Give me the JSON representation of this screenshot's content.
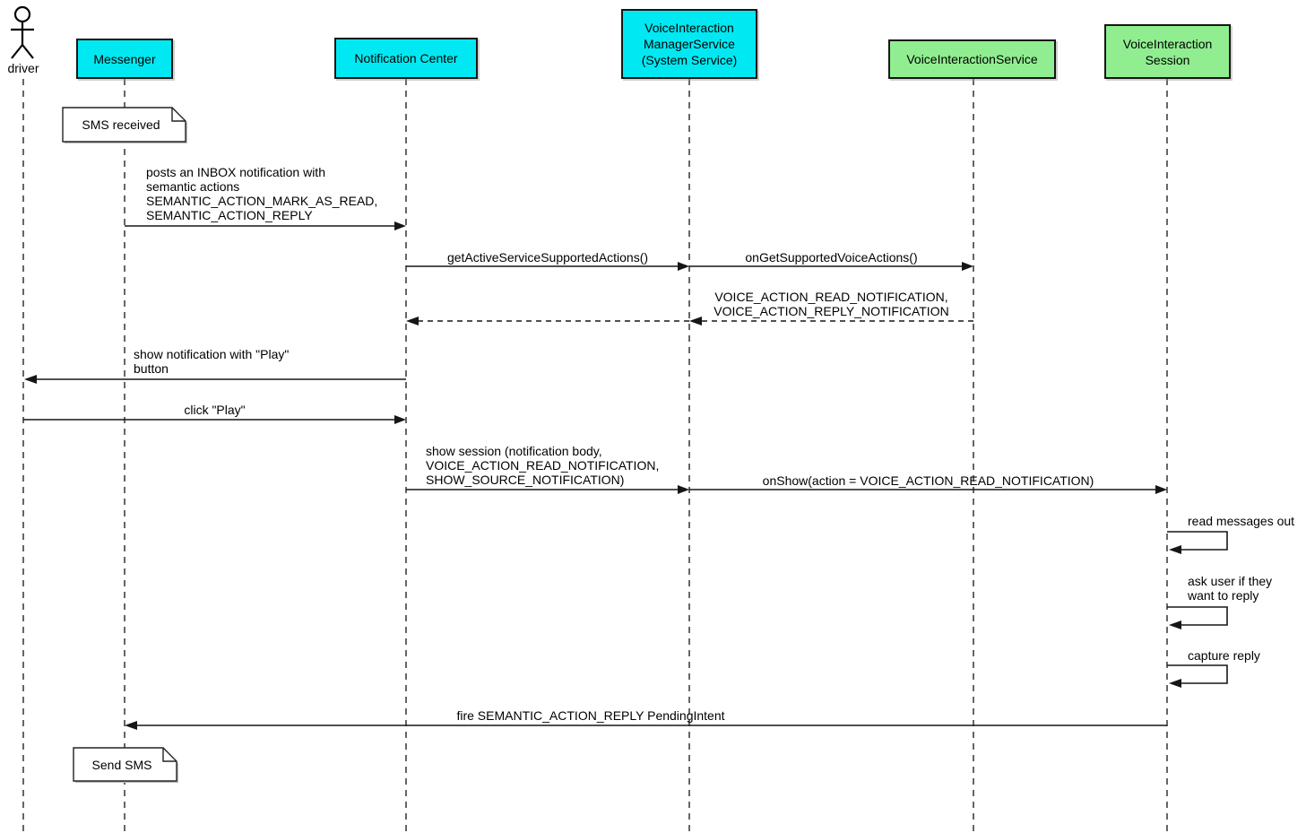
{
  "diagram_type": "uml-sequence-diagram",
  "colors": {
    "participant_cyan": "#00E9F2",
    "participant_green": "#90EE90",
    "line": "#161616",
    "background": "#ffffff"
  },
  "participants": [
    {
      "id": "driver",
      "label": "driver",
      "type": "actor"
    },
    {
      "id": "messenger",
      "label": "Messenger",
      "type": "participant",
      "color": "cyan"
    },
    {
      "id": "notification-center",
      "label": "Notification Center",
      "type": "participant",
      "color": "cyan"
    },
    {
      "id": "voice-interaction-manager-service",
      "label": "VoiceInteraction\nManagerService\n(System Service)",
      "type": "participant",
      "color": "cyan"
    },
    {
      "id": "voice-interaction-service",
      "label": "VoiceInteractionService",
      "type": "participant",
      "color": "green"
    },
    {
      "id": "voice-interaction-session",
      "label": "VoiceInteraction\nSession",
      "type": "participant",
      "color": "green"
    }
  ],
  "notes": [
    {
      "id": "sms-received",
      "on": "Messenger",
      "label": "SMS received"
    },
    {
      "id": "send-sms",
      "on": "Messenger",
      "label": "Send SMS"
    }
  ],
  "messages": [
    {
      "from": "Messenger",
      "to": "Notification Center",
      "style": "solid",
      "label": "posts an INBOX notification with\nsemantic actions\nSEMANTIC_ACTION_MARK_AS_READ,\nSEMANTIC_ACTION_REPLY"
    },
    {
      "from": "Notification Center",
      "to": "VoiceInteraction ManagerService",
      "style": "solid",
      "label": "getActiveServiceSupportedActions()"
    },
    {
      "from": "VoiceInteraction ManagerService",
      "to": "VoiceInteractionService",
      "style": "solid",
      "label": "onGetSupportedVoiceActions()"
    },
    {
      "from": "VoiceInteractionService",
      "to": "Notification Center",
      "style": "dashed-return",
      "label": "VOICE_ACTION_READ_NOTIFICATION,\nVOICE_ACTION_REPLY_NOTIFICATION"
    },
    {
      "from": "Notification Center",
      "to": "driver",
      "style": "solid",
      "label": "show notification with \"Play\"\nbutton"
    },
    {
      "from": "driver",
      "to": "Notification Center",
      "style": "solid",
      "label": "click \"Play\""
    },
    {
      "from": "Notification Center",
      "to": "VoiceInteraction ManagerService",
      "style": "solid",
      "label": "show session (notification body,\nVOICE_ACTION_READ_NOTIFICATION,\nSHOW_SOURCE_NOTIFICATION)"
    },
    {
      "from": "VoiceInteraction ManagerService",
      "to": "VoiceInteraction Session",
      "style": "solid",
      "label": "onShow(action = VOICE_ACTION_READ_NOTIFICATION)"
    },
    {
      "from": "VoiceInteraction Session",
      "to": "VoiceInteraction Session",
      "style": "self",
      "label": "read messages out"
    },
    {
      "from": "VoiceInteraction Session",
      "to": "VoiceInteraction Session",
      "style": "self",
      "label": "ask user if they\nwant to reply"
    },
    {
      "from": "VoiceInteraction Session",
      "to": "VoiceInteraction Session",
      "style": "self",
      "label": "capture reply"
    },
    {
      "from": "VoiceInteraction Session",
      "to": "Messenger",
      "style": "solid",
      "label": "fire SEMANTIC_ACTION_REPLY PendingIntent"
    }
  ]
}
